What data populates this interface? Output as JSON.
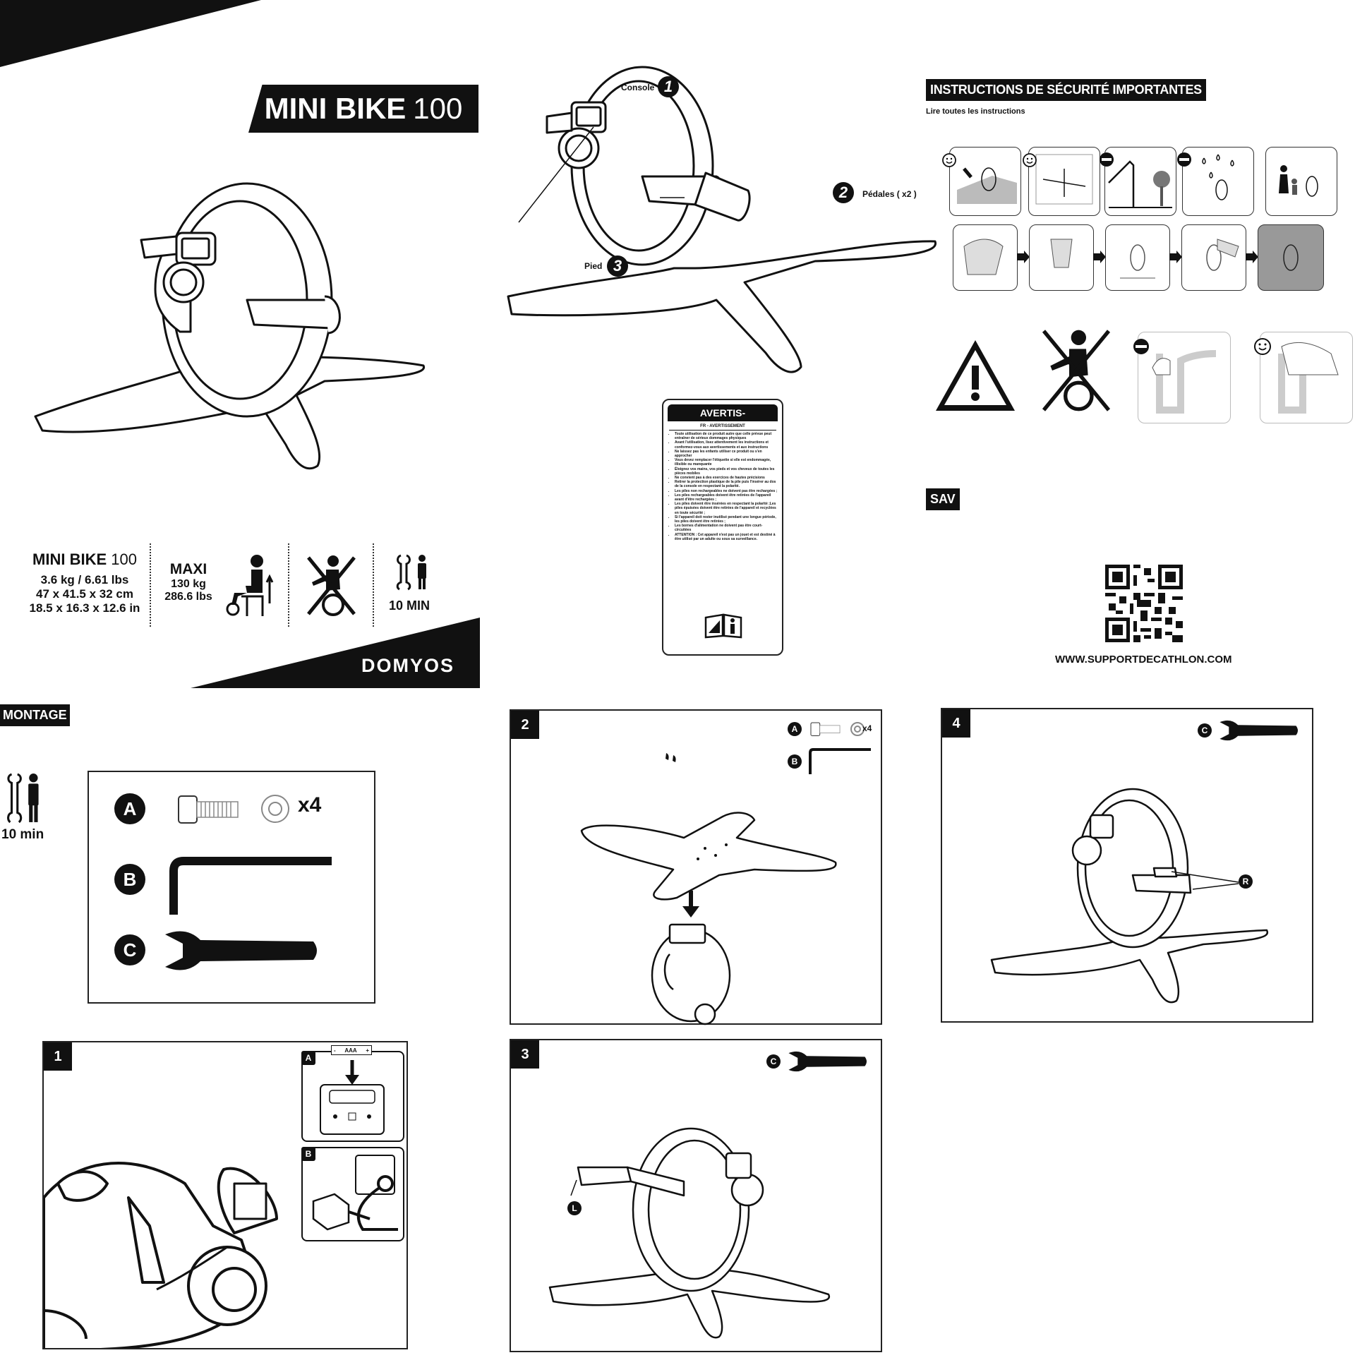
{
  "cover": {
    "title_bold": "MINI BIKE",
    "title_num": "100",
    "brand": "DOMYOS"
  },
  "specs": {
    "product_bold": "MINI BIKE",
    "product_num": "100",
    "weight": "3.6 kg / 6.61 lbs",
    "dims_cm": "47 x 41.5 x 32 cm",
    "dims_in": "18.5 x 16.3 x 12.6 in",
    "maxi_label": "MAXI",
    "maxi_kg": "130 kg",
    "maxi_lbs": "286.6 lbs",
    "time": "10 MIN"
  },
  "parts": {
    "p1_label": "Console",
    "p1_num": "1",
    "p2_label": "Pédales ( x2 )",
    "p2_num": "2",
    "p3_label": "Pied",
    "p3_num": "3"
  },
  "warning_card": {
    "header": "AVERTIS-",
    "subheader": "FR - AVERTISSEMENT",
    "bullets": [
      "Toute utilisation de ce produit autre que celle prévue peut entraîner de sérieux dommages physiques",
      "Avant l'utilisation, lisez attentivement les instructions et conformez-vous aux avertissements et aux instructions",
      "Ne laissez pas les enfants utiliser ce produit ou s'en approcher",
      "Vous devez remplacer l'étiquette si elle est endommagée, illisible ou manquante",
      "Éloignez vos mains, vos pieds et vos cheveux de toutes les pièces mobiles",
      "Ne convient pas à des exercices de hautes précisions",
      "Retirer la protection plastique de la pile puis l'insérer au dos de la console en respectant la polarité.",
      "Les piles non rechargeables ne doivent pas être rechargées ;",
      "Les piles rechargeables doivent être retirées de l'appareil avant d'être rechargées ;",
      "Les piles doivent être insérées en respectant la polarité ;Les piles épuisées doivent être retirées de l'appareil et recyclées en toute sécurité ;",
      "Si l'appareil doit rester inutilisé pendant une longue période, les piles doivent être retirées ;",
      "Les bornes d'alimentation ne doivent pas être court-circuitées",
      "ATTENTION : Cet appareil n'est pas un jouet et est destiné à être utilisé par un adulte ou sous sa surveillance."
    ]
  },
  "safety": {
    "title": "INSTRUCTIONS DE SÉCURITÉ IMPORTANTES",
    "subtitle": "Lire toutes les instructions"
  },
  "sav": {
    "label": "SAV",
    "url": "WWW.SUPPORTDECATHLON.COM"
  },
  "montage": {
    "label": "MONTAGE",
    "time": "10 min",
    "tools": {
      "a": "A",
      "b": "B",
      "c": "C",
      "qty": "x4"
    }
  },
  "steps": {
    "s1": "1",
    "s1_inset_a": "A",
    "s1_inset_b": "B",
    "s1_battery": "AAA",
    "s1_minus": "-",
    "s1_plus": "+",
    "s2": "2",
    "s2_a": "A",
    "s2_b": "B",
    "s2_qty": "x4",
    "s3": "3",
    "s3_c": "C",
    "s3_l": "L",
    "s4": "4",
    "s4_c": "C",
    "s4_r": "R"
  }
}
